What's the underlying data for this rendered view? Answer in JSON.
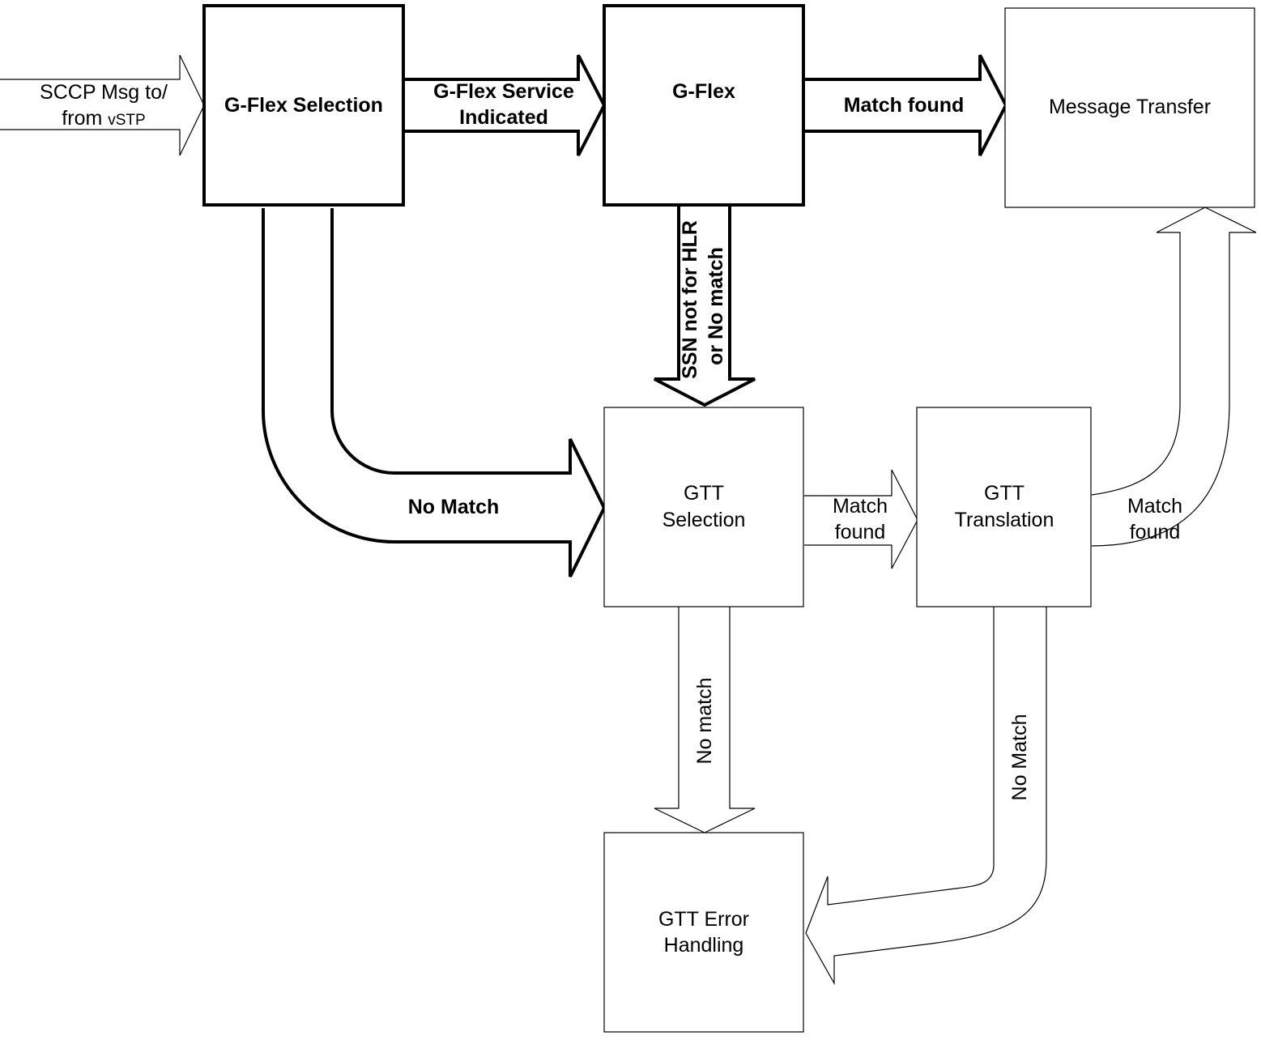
{
  "boxes": {
    "gflex_selection": "G-Flex Selection",
    "gflex": "G-Flex",
    "message_transfer": "Message Transfer",
    "gtt_selection": [
      "GTT",
      "Selection"
    ],
    "gtt_translation": [
      "GTT",
      "Translation"
    ],
    "gtt_error_handling": [
      "GTT Error",
      "Handling"
    ]
  },
  "arrows": {
    "input": {
      "line1": "SCCP Msg to/",
      "line2_main": "from ",
      "line2_small": "vSTP"
    },
    "gflex_service": [
      "G-Flex Service",
      "Indicated"
    ],
    "match_found_top": "Match found",
    "ssn_not_for_hlr": [
      "SSN not for HLR",
      "or No match"
    ],
    "no_match_curve": "No Match",
    "match_found_mid": [
      "Match",
      "found"
    ],
    "match_found_right": [
      "Match",
      "found"
    ],
    "no_match_down": "No match",
    "no_match_curve_right": "No Match"
  },
  "colors": {
    "stroke": "#000000",
    "fill": "#ffffff"
  }
}
